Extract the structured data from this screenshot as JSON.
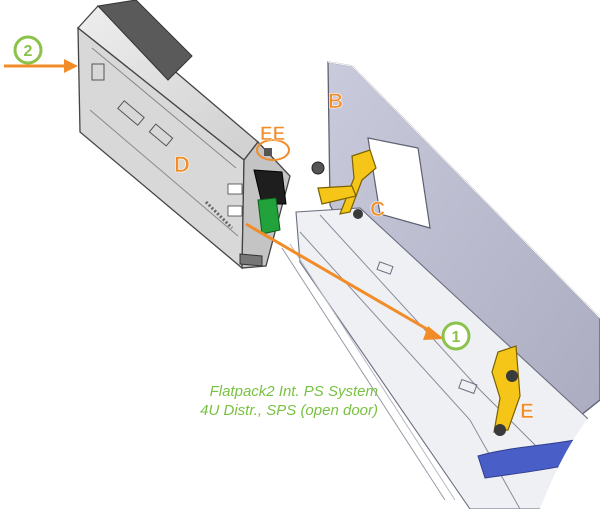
{
  "diagram": {
    "step_labels": {
      "step1": "1",
      "step2": "2"
    },
    "part_labels": {
      "b": "B",
      "c": "C",
      "d": "D",
      "e": "E",
      "ee": "EE"
    },
    "caption": {
      "line1": "Flatpack2 Int. PS System",
      "line2": "4U Distr., SPS (open door)"
    },
    "colors": {
      "accent_orange": "#f28c28",
      "step_green": "#8bc34a",
      "caption_green": "#7ac143",
      "bracket_yellow": "#f5c518",
      "cabinet_gray": "#b8b9cc",
      "module_gray": "#d8d8d8"
    }
  }
}
